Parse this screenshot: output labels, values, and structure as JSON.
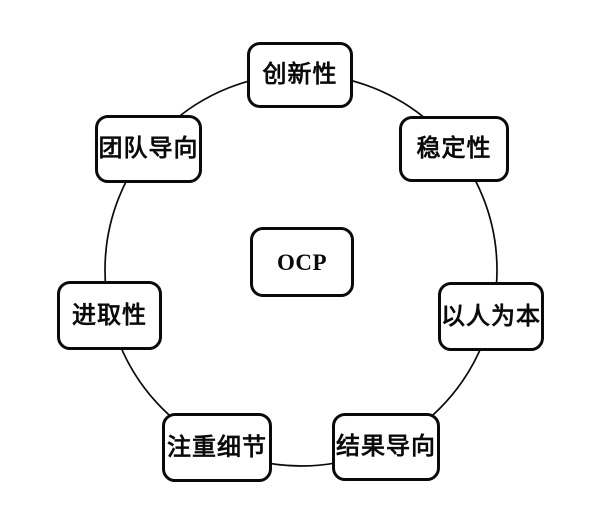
{
  "diagram": {
    "center_node": {
      "id": "ocp",
      "label": "OCP"
    },
    "nodes": [
      {
        "id": "innovation",
        "label": "创新性"
      },
      {
        "id": "stability",
        "label": "稳定性"
      },
      {
        "id": "people-oriented",
        "label": "以人为本"
      },
      {
        "id": "results-oriented",
        "label": "结果导向"
      },
      {
        "id": "attention-to-detail",
        "label": "注重细节"
      },
      {
        "id": "enterprising",
        "label": "进取性"
      },
      {
        "id": "team-oriented",
        "label": "团队导向"
      }
    ],
    "colors": {
      "stroke": "#0a0a0a",
      "box_fill": "#ffffff",
      "background": "#ffffff"
    }
  }
}
